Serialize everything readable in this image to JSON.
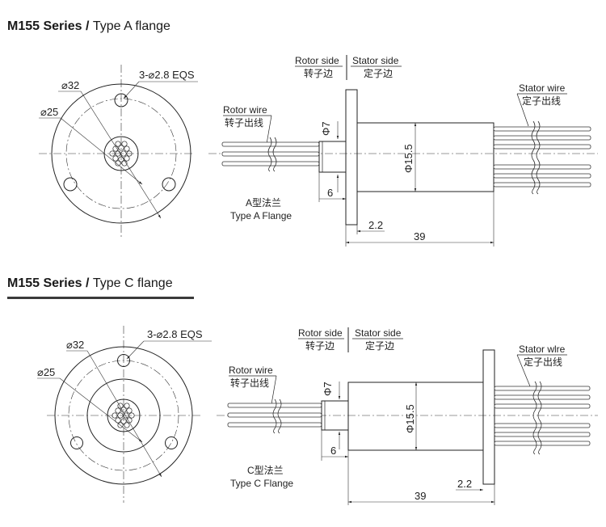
{
  "section_a": {
    "series": "M155 Series",
    "slash": " / ",
    "flange_title": "Type A flange",
    "d32": "⌀32",
    "d25": "⌀25",
    "holes": "3-⌀2.8 EQS",
    "rotor_side": "Rotor side",
    "rotor_side_cn": "转子边",
    "stator_side": "Stator side",
    "stator_side_cn": "定子边",
    "rotor_wire": "Rotor wire",
    "rotor_wire_cn": "转子出线",
    "stator_wire": "Stator wire",
    "stator_wire_cn": "定子出线",
    "phi7": "Φ7",
    "phi15_5": "Φ15.5",
    "dim6": "6",
    "dim2_2": "2.2",
    "dim39": "39",
    "flange_cn": "A型法兰",
    "flange_en": "Type A Flange"
  },
  "section_c": {
    "series": "M155 Series",
    "slash": " / ",
    "flange_title": "Type C flange",
    "d32": "⌀32",
    "d25": "⌀25",
    "holes": "3-⌀2.8 EQS",
    "rotor_side": "Rotor side",
    "rotor_side_cn": "转子边",
    "stator_side": "Stator side",
    "stator_side_cn": "定子边",
    "rotor_wire": "Rotor wire",
    "rotor_wire_cn": "转子出线",
    "stator_wire": "Stator wlre",
    "stator_wire_cn": "定子出线",
    "phi7": "Φ7",
    "phi15_5": "Φ15.5",
    "dim6": "6",
    "dim2_2": "2.2",
    "dim39": "39",
    "flange_cn": "C型法兰",
    "flange_en": "Type C Flange"
  }
}
